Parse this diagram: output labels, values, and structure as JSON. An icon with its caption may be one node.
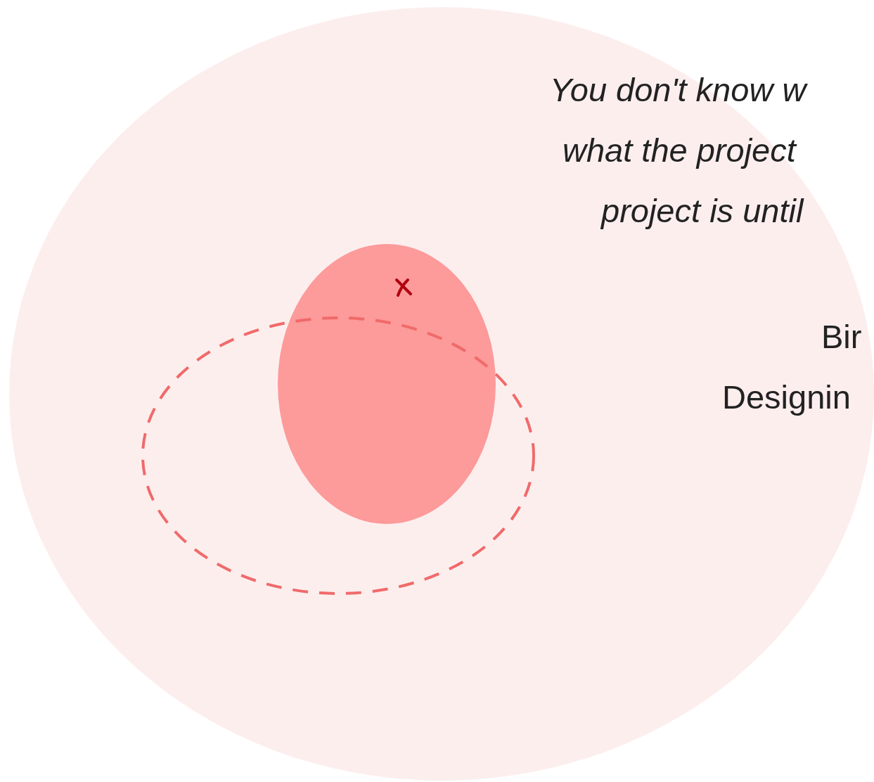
{
  "diagram": {
    "labels": [
      "You don't know w",
      "what the project",
      "project is until",
      "Bir",
      "Designin"
    ]
  }
}
